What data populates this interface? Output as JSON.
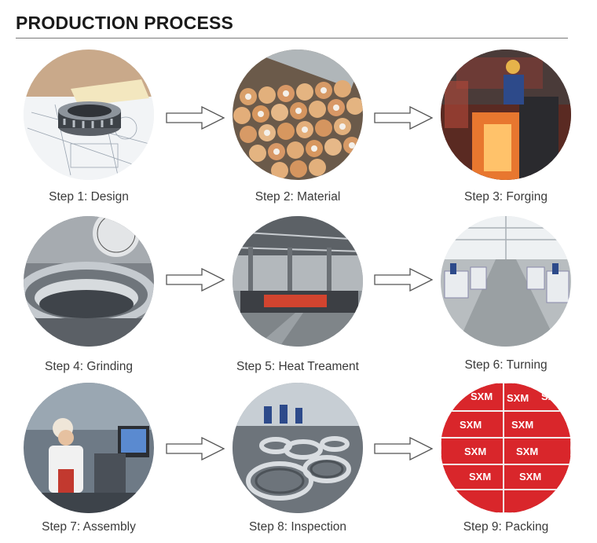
{
  "header": {
    "title": "PRODUCTION PROCESS"
  },
  "steps": [
    {
      "label": "Step 1: Design",
      "image": "bearing-on-blueprint"
    },
    {
      "label": "Step 2: Material",
      "image": "steel-bars-stack"
    },
    {
      "label": "Step 3: Forging",
      "image": "forging-furnace"
    },
    {
      "label": "Step 4: Grinding",
      "image": "grinding-machine"
    },
    {
      "label": "Step 5: Heat Treament",
      "image": "heat-treatment-factory"
    },
    {
      "label": "Step 6: Turning",
      "image": "turning-workshop"
    },
    {
      "label": "Step 7: Assembly",
      "image": "assembly-worker"
    },
    {
      "label": "Step 8: Inspection",
      "image": "bearing-inspection-line"
    },
    {
      "label": "Step 9: Packing",
      "image": "red-sxm-boxes"
    }
  ],
  "arrow_icon": "right-arrow-icon",
  "box_brand": "SXM"
}
